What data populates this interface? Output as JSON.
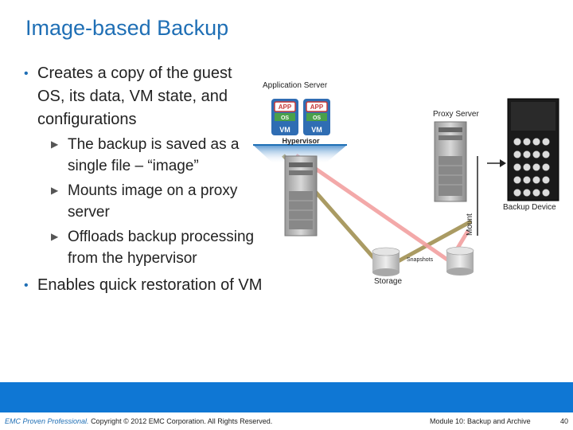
{
  "title": "Image-based Backup",
  "bullets": [
    {
      "text": "Creates a copy of the guest OS, its data, VM state, and configurations"
    },
    {
      "text": "Enables quick restoration of VM"
    }
  ],
  "sub_bullets": [
    {
      "text": "The backup is saved as a single file – “image”"
    },
    {
      "text": "Mounts image on a proxy server"
    },
    {
      "text": "Offloads backup processing from the hypervisor"
    }
  ],
  "diagram": {
    "app_server_label": "Application Server",
    "proxy_server_label": "Proxy Server",
    "backup_device_label": "Backup Device",
    "storage_label": "Storage",
    "snapshots_label": "Snapshots",
    "mount_label": "Mount",
    "hypervisor_label": "Hypervisor",
    "app_label": "APP",
    "os_label": "OS",
    "vm_label": "VM"
  },
  "footer": {
    "brand": "EMC Proven Professional.",
    "copyright": "Copyright © 2012 EMC Corporation. All Rights Reserved.",
    "module": "Module 10: Backup and Archive",
    "page": "40"
  },
  "colors": {
    "title": "#1f6fb5",
    "footer_bar": "#0f77d4",
    "pink_path": "#f2a0a0",
    "olive_path": "#9b8a48"
  }
}
